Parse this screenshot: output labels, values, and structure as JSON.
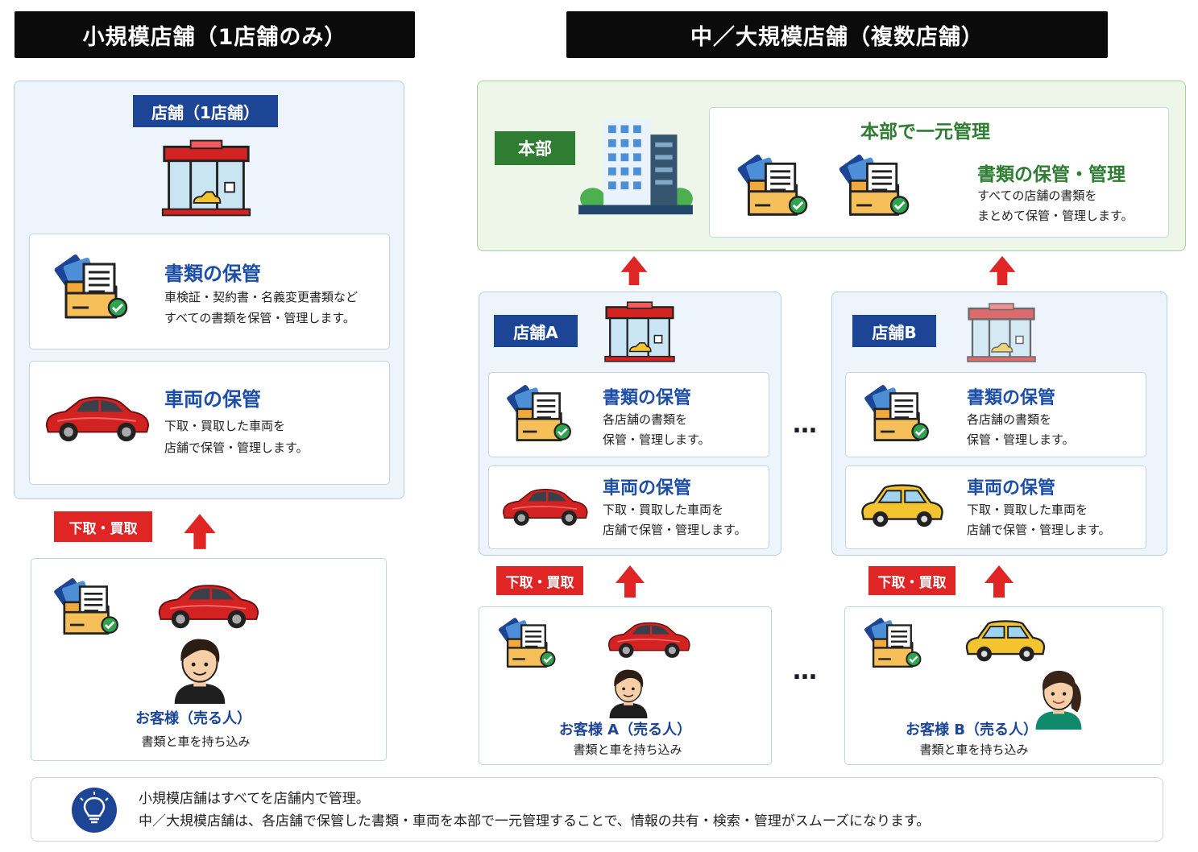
{
  "headers": {
    "small": "小規模店舗（1店舗のみ）",
    "large": "中／大規模店舗（複数店舗）"
  },
  "small": {
    "store_tag": "店舗（1店舗）",
    "docs": {
      "title": "書類の保管",
      "line1": "車検証・契約書・名義変更書類など",
      "line2": "すべての書類を保管・管理します。"
    },
    "vehicle": {
      "title": "車両の保管",
      "line1": "下取・買取した車両を",
      "line2": "店舗で保管・管理します。"
    },
    "trade_tag": "下取・買取",
    "customer": {
      "name": "お客様（売る人）",
      "desc": "書類と車を持ち込み"
    }
  },
  "hq": {
    "tag": "本部",
    "box_title": "本部で一元管理",
    "docs_title": "書類の保管・管理",
    "line1": "すべての店舗の書類を",
    "line2": "まとめて保管・管理します。"
  },
  "store_a": {
    "tag": "店舗A",
    "docs": {
      "title": "書類の保管",
      "line1": "各店舗の書類を",
      "line2": "保管・管理します。"
    },
    "vehicle": {
      "title": "車両の保管",
      "line1": "下取・買取した車両を",
      "line2": "店舗で保管・管理します。"
    },
    "trade_tag": "下取・買取",
    "customer": {
      "name": "お客様 A（売る人）",
      "desc": "書類と車を持ち込み"
    }
  },
  "store_b": {
    "tag": "店舗B",
    "docs": {
      "title": "書類の保管",
      "line1": "各店舗の書類を",
      "line2": "保管・管理します。"
    },
    "vehicle": {
      "title": "車両の保管",
      "line1": "下取・買取した車両を",
      "line2": "店舗で保管・管理します。"
    },
    "trade_tag": "下取・買取",
    "customer": {
      "name": "お客様 B（売る人）",
      "desc": "書類と車を持ち込み"
    }
  },
  "ellipsis": "…",
  "note": {
    "line1": "小規模店舗はすべてを店舗内で管理。",
    "line2": "中／大規模店舗は、各店舗で保管した書類・車両を本部で一元管理することで、情報の共有・検索・管理がスムーズになります。"
  },
  "icons": {
    "store": "store-building-icon",
    "hq": "office-building-icon",
    "docs": "document-folder-icon",
    "car_red": "red-car-icon",
    "car_yellow": "yellow-car-icon",
    "person_male": "male-person-icon",
    "person_female": "female-person-icon",
    "bulb": "lightbulb-icon",
    "arrow": "up-arrow-icon"
  },
  "colors": {
    "brand_blue": "#1c4596",
    "title_blue": "#1c4ea6",
    "hq_green": "#2e7d32",
    "accent_red": "#e02525"
  }
}
